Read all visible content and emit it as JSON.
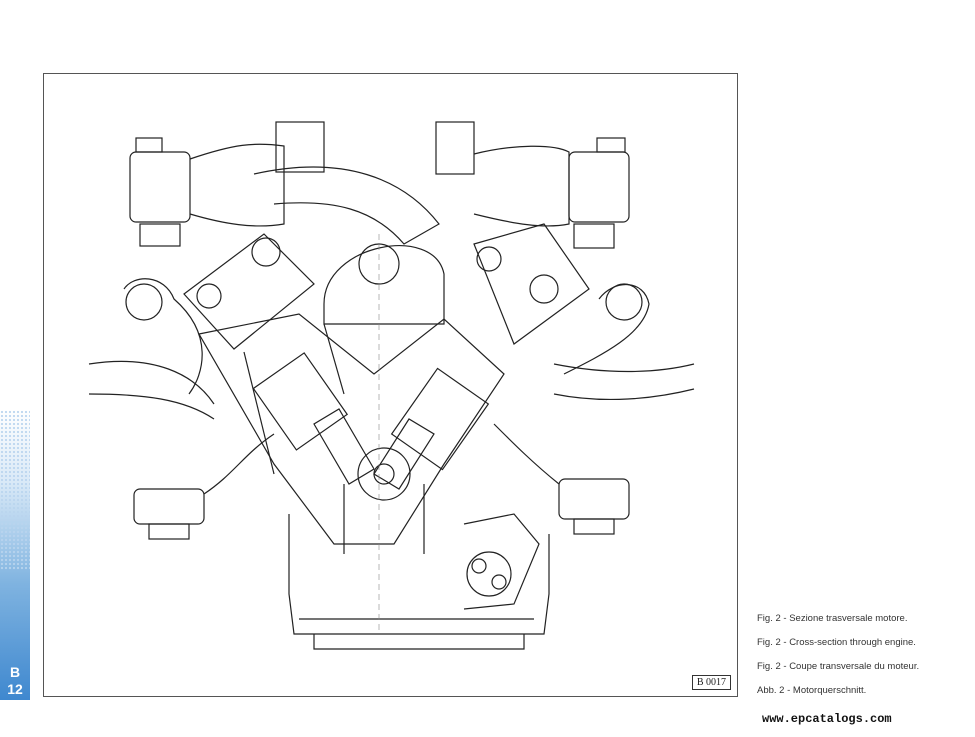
{
  "sidebar": {
    "section_letter": "B",
    "page_number": "12",
    "tab_color": "#3f88cf"
  },
  "figure": {
    "code": "B 0017"
  },
  "captions": [
    "Fig. 2 - Sezione trasversale motore.",
    "Fig. 2 - Cross-section through engine.",
    "Fig. 2 - Coupe transversale du moteur.",
    "Abb. 2 - Motorquerschnitt."
  ],
  "footer": {
    "website": "www.epcatalogs.com"
  },
  "icons": [
    "engine-cross-section-drawing"
  ]
}
